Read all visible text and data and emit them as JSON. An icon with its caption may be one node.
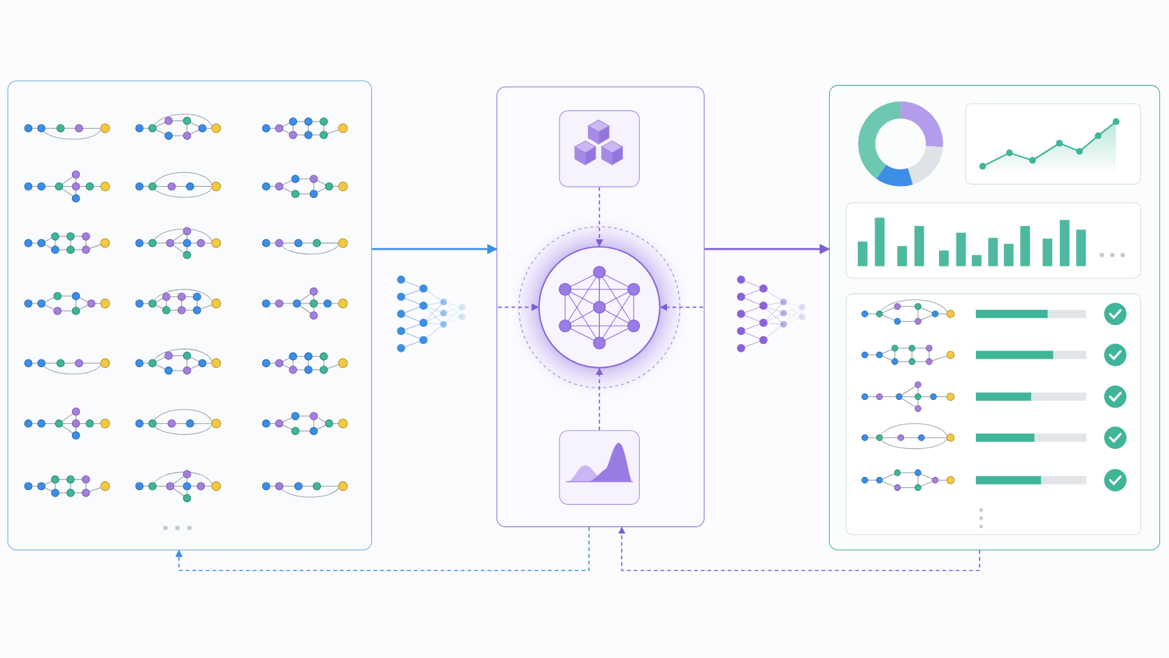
{
  "diagram": {
    "nodes": [
      {
        "text": [],
        "shape": "box"
      },
      {
        "text": [],
        "shape": "box"
      },
      {
        "text": [],
        "shape": "box",
        "in": 1
      },
      {
        "text": [],
        "shape": "circle",
        "in": 1
      },
      {
        "text": [],
        "shape": "box",
        "in": 1
      },
      {
        "text": [],
        "shape": "box"
      }
    ],
    "edges": [
      {
        "from": 0,
        "to": 1,
        "arrow": "to",
        "color": "#3d8ee6"
      },
      {
        "from": 1,
        "to": 5,
        "arrow": "to"
      },
      {
        "from": 2,
        "to": 3,
        "arrow": "to",
        "style": "dashed"
      },
      {
        "from": 4,
        "to": 3,
        "arrow": "to",
        "style": "dashed"
      },
      {
        "from": null,
        "to": 3,
        "arrow": "to",
        "style": "dashed"
      },
      {
        "from": null,
        "to": 3,
        "arrow": "to",
        "style": "dashed"
      },
      {
        "from": 1,
        "to": 0,
        "arrow": "to",
        "style": "dashed",
        "color": "#3d8ee6"
      },
      {
        "from": 5,
        "to": 1,
        "arrow": "to",
        "style": "dashed"
      }
    ]
  }
}
